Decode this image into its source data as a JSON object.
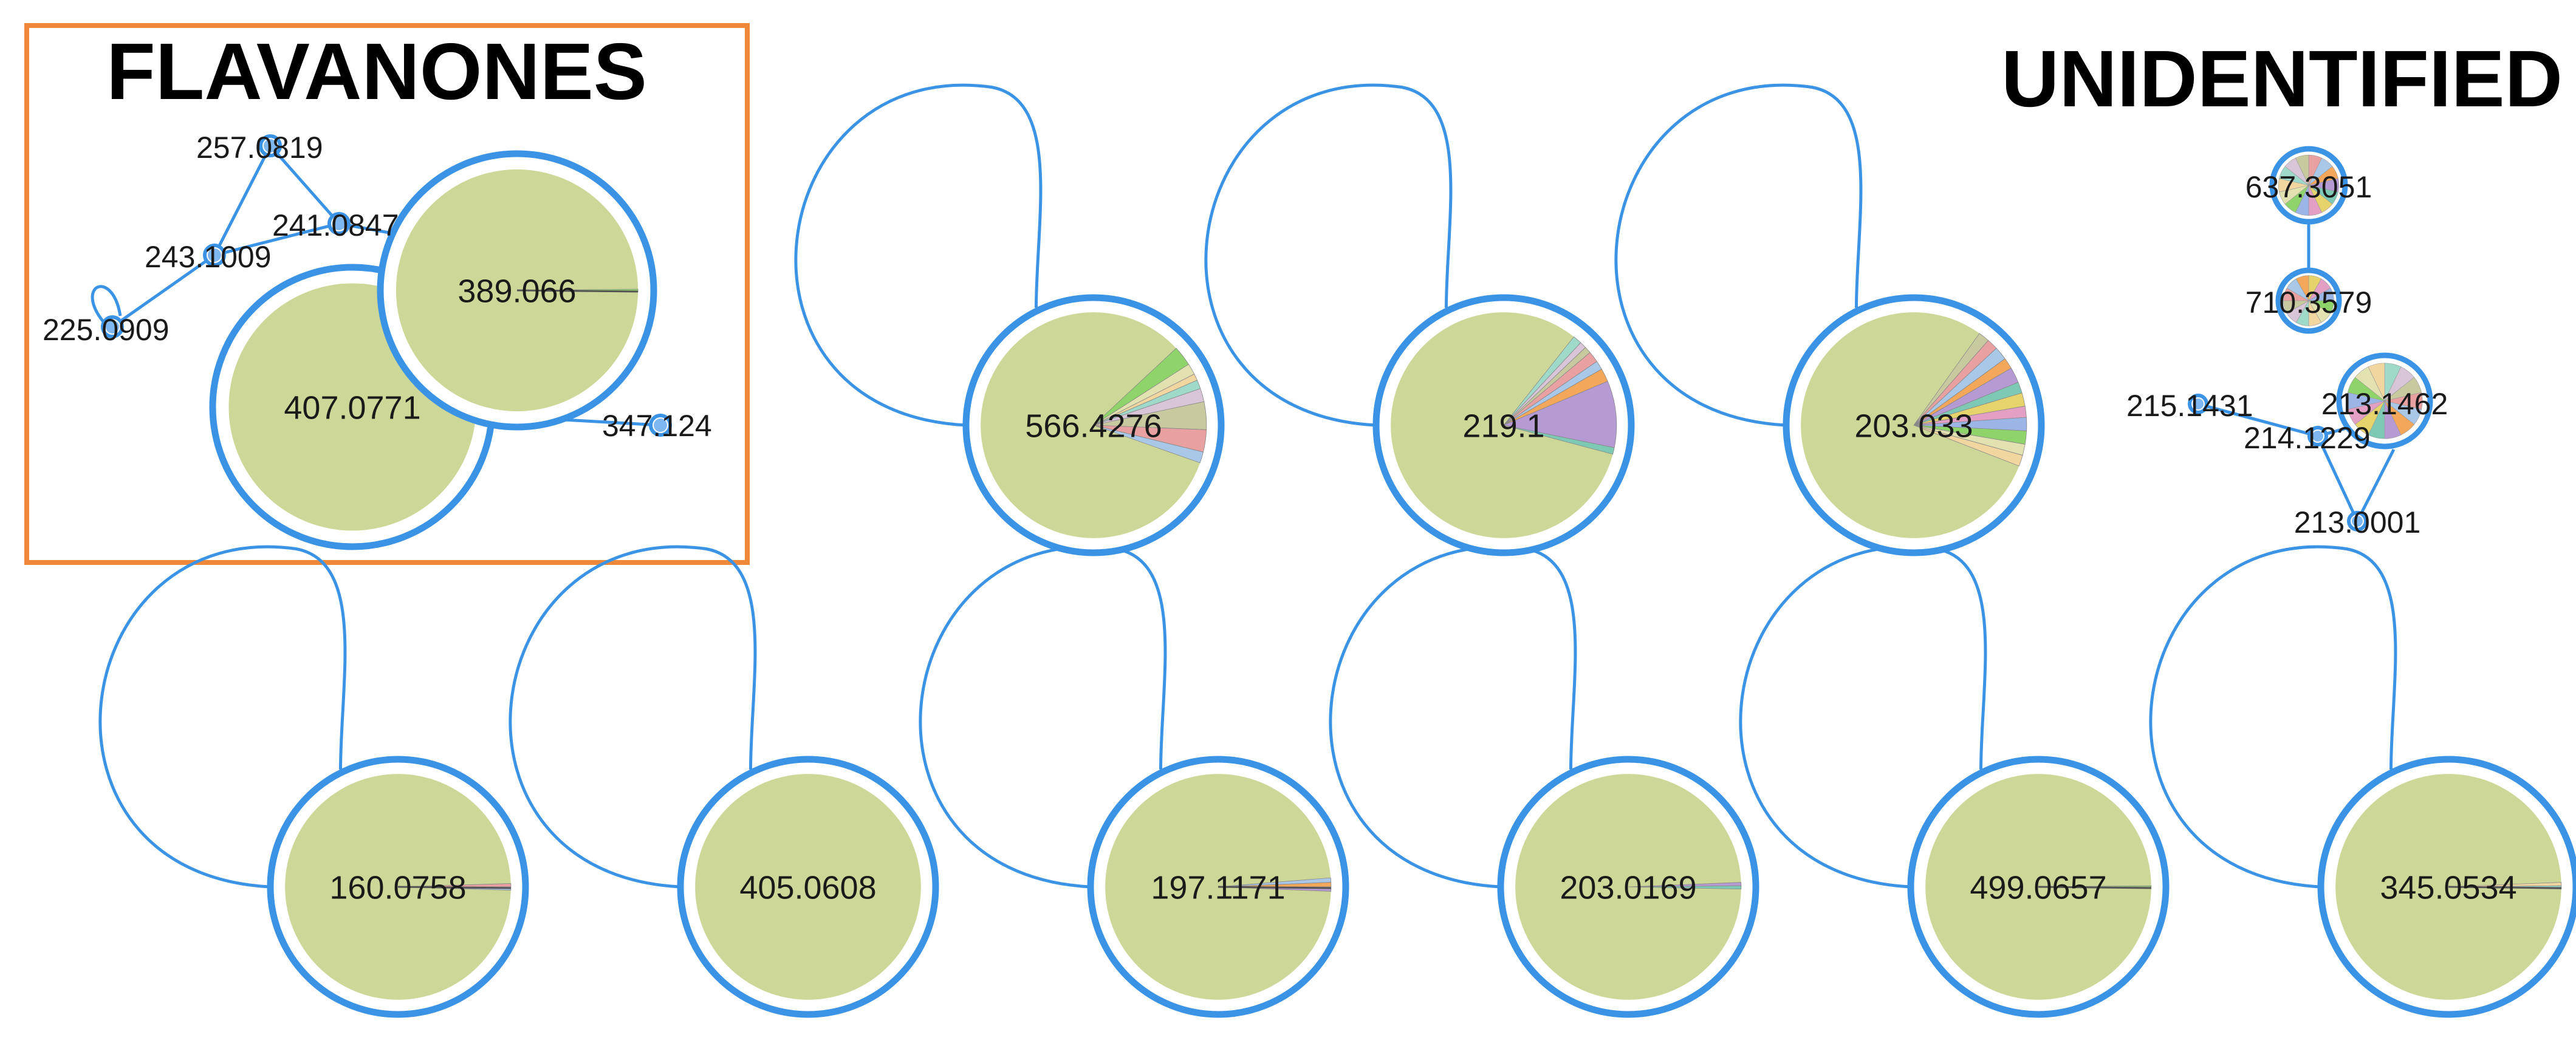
{
  "headings": {
    "flavanones": "FLAVANONES",
    "unidentified": "UNIDENTIFIED"
  },
  "colors": {
    "edge": "#3B93E6",
    "node_fill": "#CDD898",
    "highlight_box": "#F0883A",
    "label": "#1a1a1a"
  },
  "clusters": {
    "flavanones": {
      "nodes": [
        {
          "id": "257",
          "label": "257.0819"
        },
        {
          "id": "241",
          "label": "241.0847"
        },
        {
          "id": "243",
          "label": "243.1009"
        },
        {
          "id": "225",
          "label": "225.0909"
        },
        {
          "id": "389",
          "label": "389.066"
        },
        {
          "id": "407",
          "label": "407.0771"
        },
        {
          "id": "347",
          "label": "347.124"
        }
      ],
      "edges": [
        [
          "257",
          "241"
        ],
        [
          "257",
          "243"
        ],
        [
          "241",
          "243"
        ],
        [
          "243",
          "225"
        ],
        [
          "241",
          "389"
        ],
        [
          "389",
          "407"
        ],
        [
          "407",
          "347"
        ],
        [
          "225",
          "225"
        ]
      ]
    },
    "unidentified": {
      "nodes": [
        {
          "id": "637",
          "label": "637.3051"
        },
        {
          "id": "710",
          "label": "710.3579"
        },
        {
          "id": "213b",
          "label": "213.1462"
        },
        {
          "id": "215",
          "label": "215.1431"
        },
        {
          "id": "214",
          "label": "214.1229"
        },
        {
          "id": "213a",
          "label": "213.0001"
        }
      ],
      "edges": [
        [
          "637",
          "710"
        ],
        [
          "215",
          "214"
        ],
        [
          "214",
          "213b"
        ],
        [
          "214",
          "213a"
        ],
        [
          "213b",
          "213a"
        ]
      ]
    },
    "singletons": [
      {
        "label": "566.4276"
      },
      {
        "label": "219.1"
      },
      {
        "label": "203.033"
      },
      {
        "label": "160.0758"
      },
      {
        "label": "405.0608"
      },
      {
        "label": "197.1171"
      },
      {
        "label": "203.0169"
      },
      {
        "label": "499.0657"
      },
      {
        "label": "345.0534"
      }
    ]
  }
}
